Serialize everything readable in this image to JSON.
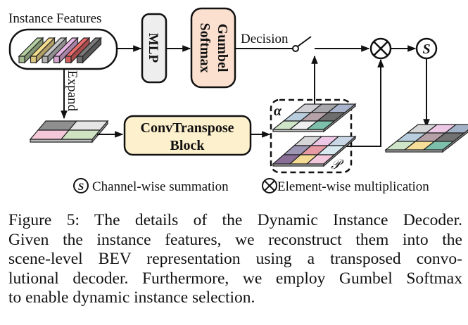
{
  "diagram": {
    "instance_features_label": "Instance Features",
    "mlp_label": "MLP",
    "gumbel_label_line1": "Gumbel",
    "gumbel_label_line2": "Softmax",
    "decision_label": "Decision",
    "expand_label": "Expand",
    "convtranspose_line1": "ConvTranspose",
    "convtranspose_line2": "Block",
    "alpha_label": "α",
    "p_label": "𝒫",
    "multiply_symbol": "×",
    "sum_symbol": "S",
    "legend": {
      "sum_symbol": "S",
      "sum_label": "Channel-wise summation",
      "mul_label": "Element-wise multiplication"
    },
    "colors": {
      "mlp_fill": "#eeeeee",
      "gumbel_fill": "#fbe0d0",
      "convtranspose_fill": "#fdf0cc",
      "feature_bars": [
        "#b5cfa0",
        "#f3dc8c",
        "#c6c6c6",
        "#e9b6e6",
        "#e86a6a",
        "#7a7a7a"
      ],
      "expand_grid": [
        "#8f8f8f",
        "#e5e5e5",
        "#f4c8d8",
        "#cfe3c3"
      ],
      "alpha_grid": [
        "#d0d0d4",
        "#a8a8ac",
        "#a8b4cc",
        "#b8cede",
        "#b6a2a8",
        "#6e6e6e",
        "#cfe5c8",
        "#eef0f0",
        "#7cc0ac"
      ],
      "p_grid": [
        "#d6d6d8",
        "#ecc8e6",
        "#c8d6e6",
        "#9c96b4",
        "#e89aa4",
        "#d8eaf0",
        "#8a6e98",
        "#f4dc94",
        "#f4c8dc"
      ],
      "output_grid": [
        "#d6d6d8",
        "#ecc8e6",
        "#a4b2c8",
        "#b8cede",
        "#b4a0a6",
        "#727272",
        "#cfe5c8",
        "#f6de98",
        "#7cc0ac"
      ]
    }
  },
  "caption": {
    "lines": [
      "Figure 5: The details of the Dynamic Instance Decoder.",
      "Given the instance features, we reconstruct them into the",
      "scene-level BEV representation using a transposed convo-",
      "lutional decoder. Furthermore, we employ Gumbel Softmax",
      "to enable dynamic instance selection."
    ]
  }
}
